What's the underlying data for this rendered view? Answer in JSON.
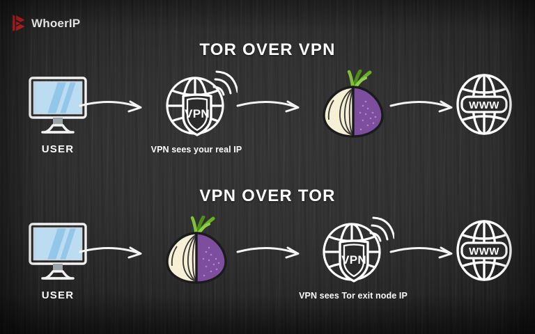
{
  "brand": {
    "name": "WhoerIP",
    "logo_icon": "whoer-play-mark-icon",
    "accent_color": "#d32027",
    "text_color": "#f2f2f2"
  },
  "theme": {
    "background_color": "#2a2a2a",
    "background_style": "dark chalkboard slate texture",
    "stroke_color": "#ffffff"
  },
  "sections": [
    {
      "id": "tor-over-vpn",
      "title": "TOR OVER VPN",
      "note": "VPN sees your real IP",
      "steps": [
        {
          "id": "user",
          "icon": "desktop-monitor-icon",
          "label": "USER"
        },
        {
          "id": "vpn",
          "icon": "vpn-shield-globe-icon",
          "label": "VPN"
        },
        {
          "id": "tor",
          "icon": "tor-onion-icon",
          "label": ""
        },
        {
          "id": "web",
          "icon": "www-globe-icon",
          "label": "WWW"
        }
      ]
    },
    {
      "id": "vpn-over-tor",
      "title": "VPN OVER TOR",
      "note": "VPN sees Tor exit node IP",
      "steps": [
        {
          "id": "user",
          "icon": "desktop-monitor-icon",
          "label": "USER"
        },
        {
          "id": "tor",
          "icon": "tor-onion-icon",
          "label": ""
        },
        {
          "id": "vpn",
          "icon": "vpn-shield-globe-icon",
          "label": "VPN"
        },
        {
          "id": "web",
          "icon": "www-globe-icon",
          "label": "WWW"
        }
      ]
    }
  ],
  "icon_colors": {
    "monitor_screen": "#bcdcf2",
    "monitor_stripe": "#8cc3e8",
    "monitor_frame": "#f2f2f2",
    "onion_light": "#f6f0d6",
    "onion_purple": "#7d4e9e",
    "onion_outline": "#1b1b1b",
    "onion_sprout": "#6ab023",
    "outline_white": "#ffffff"
  },
  "arrows": {
    "style": "hand-drawn curved chalk arrow",
    "count_per_row": 3,
    "direction": "left-to-right"
  }
}
